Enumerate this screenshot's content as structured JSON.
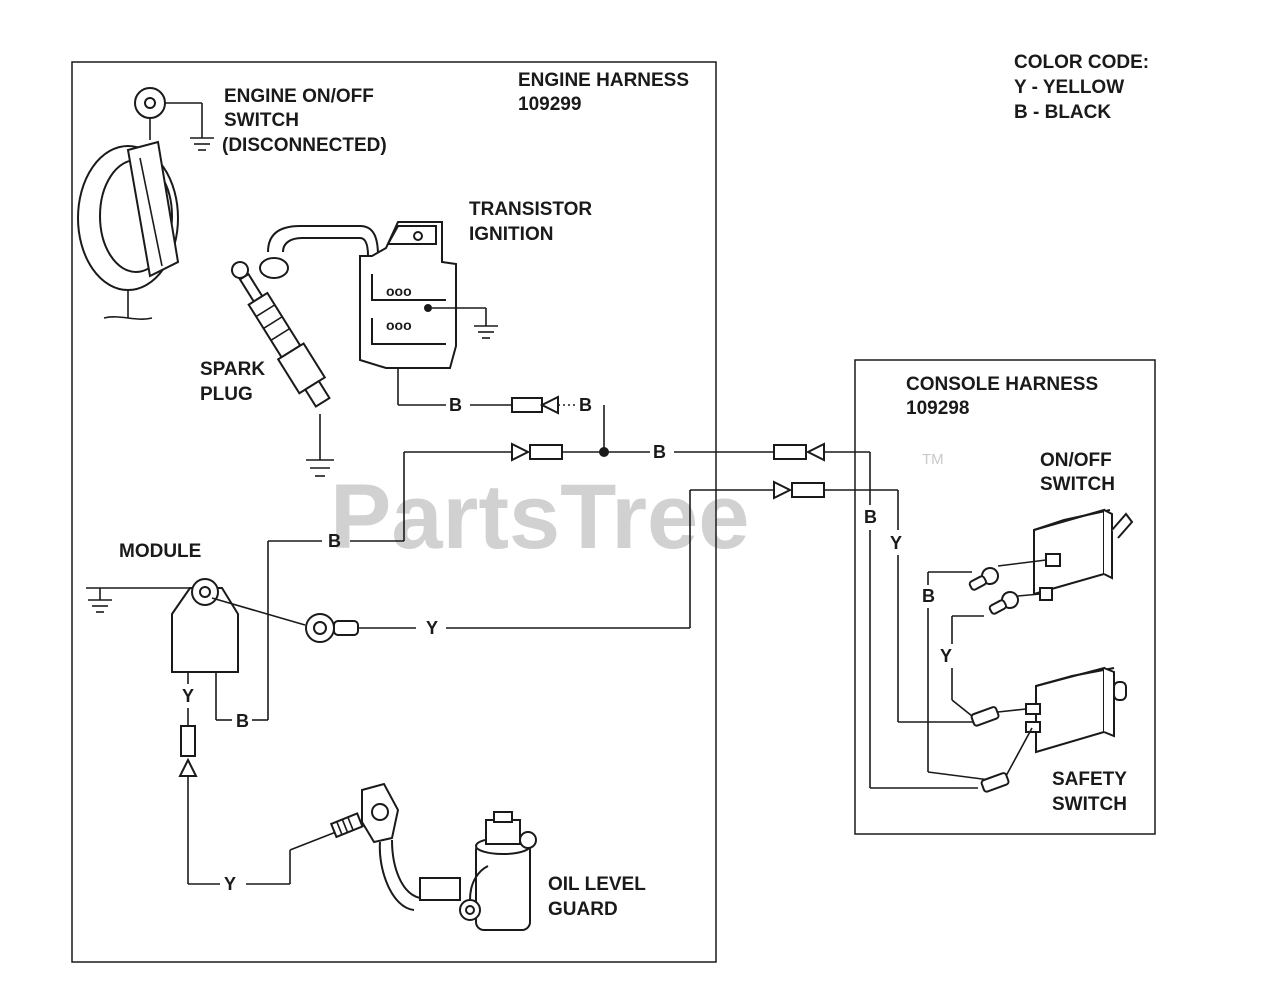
{
  "color_code": {
    "title": "COLOR CODE:",
    "yellow": "Y - YELLOW",
    "black": "B - BLACK"
  },
  "engine_harness": {
    "name": "ENGINE HARNESS",
    "part_number": "109299"
  },
  "console_harness": {
    "name": "CONSOLE HARNESS",
    "part_number": "109298"
  },
  "components": {
    "engine_switch": [
      "ENGINE ON/OFF",
      "SWITCH",
      "(DISCONNECTED)"
    ],
    "transistor_ignition": [
      "TRANSISTOR",
      "IGNITION"
    ],
    "spark_plug": [
      "SPARK",
      "PLUG"
    ],
    "module": "MODULE",
    "oil_level_guard": [
      "OIL LEVEL",
      "GUARD"
    ],
    "onoff_switch": [
      "ON/OFF",
      "SWITCH"
    ],
    "safety_switch": [
      "SAFETY",
      "SWITCH"
    ]
  },
  "wire_codes": {
    "black": "B",
    "yellow": "Y"
  },
  "watermark": {
    "text": "PartsTree",
    "trademark": "TM"
  }
}
